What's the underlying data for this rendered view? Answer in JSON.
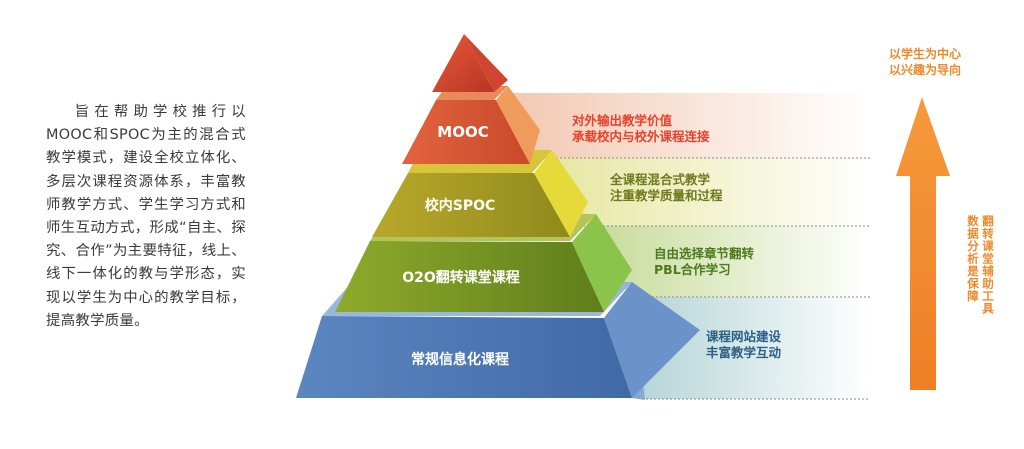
{
  "intro_text": "旨在帮助学校推行以MOOC和SPOC为主的混合式教学模式，建设全校立体化、多层次课程资源体系，丰富教师教学方式、学生学习方式和师生互动方式，形成“自主、探究、合作”为主要特征，线上、线下一体化的教与学形态，实现以学生为中心的教学目标，提高教学质量。",
  "pyramid": {
    "tiers": [
      {
        "label": "MOOC",
        "desc": [
          "对外输出教学价值",
          "承载校内与校外课程连接"
        ],
        "desc_color": "#e8412c"
      },
      {
        "label": "校内SPOC",
        "desc": [
          "全课程混合式教学",
          "注重教学质量和过程"
        ],
        "desc_color": "#6d7a1f"
      },
      {
        "label": "O2O翻转课堂课程",
        "desc": [
          "自由选择章节翻转",
          "PBL合作学习"
        ],
        "desc_color": "#4c7a1c"
      },
      {
        "label": "常规信息化课程",
        "desc": [
          "课程网站建设",
          "丰富教学互动"
        ],
        "desc_color": "#2b5f86"
      }
    ]
  },
  "arrow": {
    "top_text": [
      "以学生为中心",
      "以兴趣为导向"
    ],
    "side_text": [
      "翻转课堂辅助工具",
      "数据分析是保障"
    ],
    "color": "#ef8a2c"
  }
}
